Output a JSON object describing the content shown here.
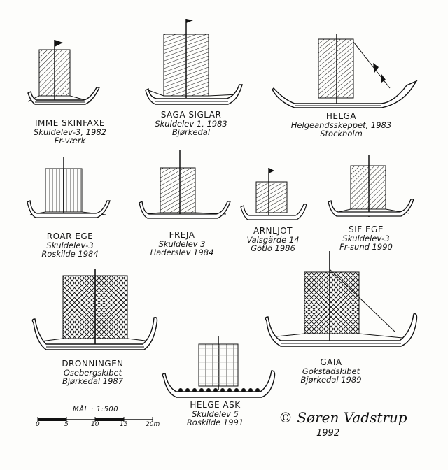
{
  "ships": [
    {
      "key": "imme",
      "lines": [
        "IMME SKINFAXE",
        "Skuldelev-3, 1982",
        "Fr-værk"
      ]
    },
    {
      "key": "saga",
      "lines": [
        "SAGA SIGLAR",
        "Skuldelev 1, 1983",
        "Bjørkedal"
      ]
    },
    {
      "key": "helga",
      "lines": [
        "HELGA",
        "Helgeandsskeppet, 1983",
        "Stockholm"
      ]
    },
    {
      "key": "roar",
      "lines": [
        "ROAR EGE",
        "Skuldelev-3",
        "Roskilde 1984"
      ]
    },
    {
      "key": "freja",
      "lines": [
        "FREJA",
        "Skuldelev 3",
        "Haderslev 1984"
      ]
    },
    {
      "key": "arnljot",
      "lines": [
        "ARNLJOT",
        "Valsgärde 14",
        "Götlö 1986"
      ]
    },
    {
      "key": "sif",
      "lines": [
        "SIF EGE",
        "Skuldelev-3",
        "Fr-sund 1990"
      ]
    },
    {
      "key": "dronningen",
      "lines": [
        "DRONNINGEN",
        "Osebergskibet",
        "Bjørkedal 1987"
      ]
    },
    {
      "key": "gaia",
      "lines": [
        "GAIA",
        "Gokstadskibet",
        "Bjørkedal 1989"
      ]
    },
    {
      "key": "helge_ask",
      "lines": [
        "HELGE ASK",
        "Skuldelev 5",
        "Roskilde 1991"
      ]
    }
  ],
  "scale": {
    "title": "MÅL : 1:500",
    "ticks": [
      "0",
      "5",
      "10",
      "15",
      "20m"
    ]
  },
  "signature": {
    "name": "© Søren Vadstrup",
    "year": "1992"
  }
}
